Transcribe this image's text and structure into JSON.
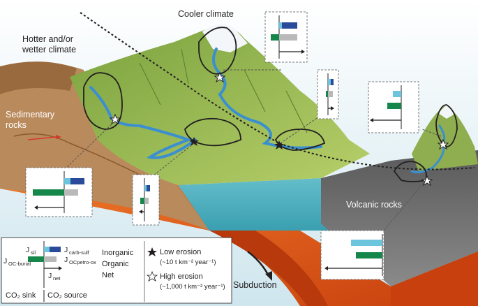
{
  "labels": {
    "cooler_climate": "Cooler climate",
    "hotter_line1": "Hotter and/or",
    "hotter_line2": "wetter climate",
    "sedimentary_line1": "Sedimentary",
    "sedimentary_line2": "rocks",
    "volcanic": "Volcanic rocks",
    "subduction": "Subduction"
  },
  "legend": {
    "j_sil": "J",
    "j_sil_sub": "sil",
    "j_carb": "J",
    "j_carb_sub": "carb-sulf",
    "j_oc_burial": "J",
    "j_oc_burial_sub": "OC-burial",
    "j_oc_petro": "J",
    "j_oc_petro_sub": "OCpetro-ox",
    "j_net": "J",
    "j_net_sub": "net",
    "inorganic": "Inorganic",
    "organic": "Organic",
    "net": "Net",
    "low_erosion_title": "Low erosion",
    "low_erosion_rate": "(~10 t km⁻² year⁻¹)",
    "high_erosion_title": "High erosion",
    "high_erosion_rate": "(~1,000 t km⁻² year⁻¹)",
    "co2_sink": "CO₂ sink",
    "co2_source": "CO₂ source"
  },
  "colors": {
    "silicate": "#6cc5dd",
    "carbonate_sulfide": "#2a4a9a",
    "oc_burial": "#15874a",
    "oc_petro": "#b9b9b9",
    "river": "#3b8fd0",
    "slope": "#8fb04a",
    "sediment": "#b98a5c",
    "mantle": "#e0601c",
    "sea": "#5fb6c4",
    "sky": "#d2e8ef"
  }
}
